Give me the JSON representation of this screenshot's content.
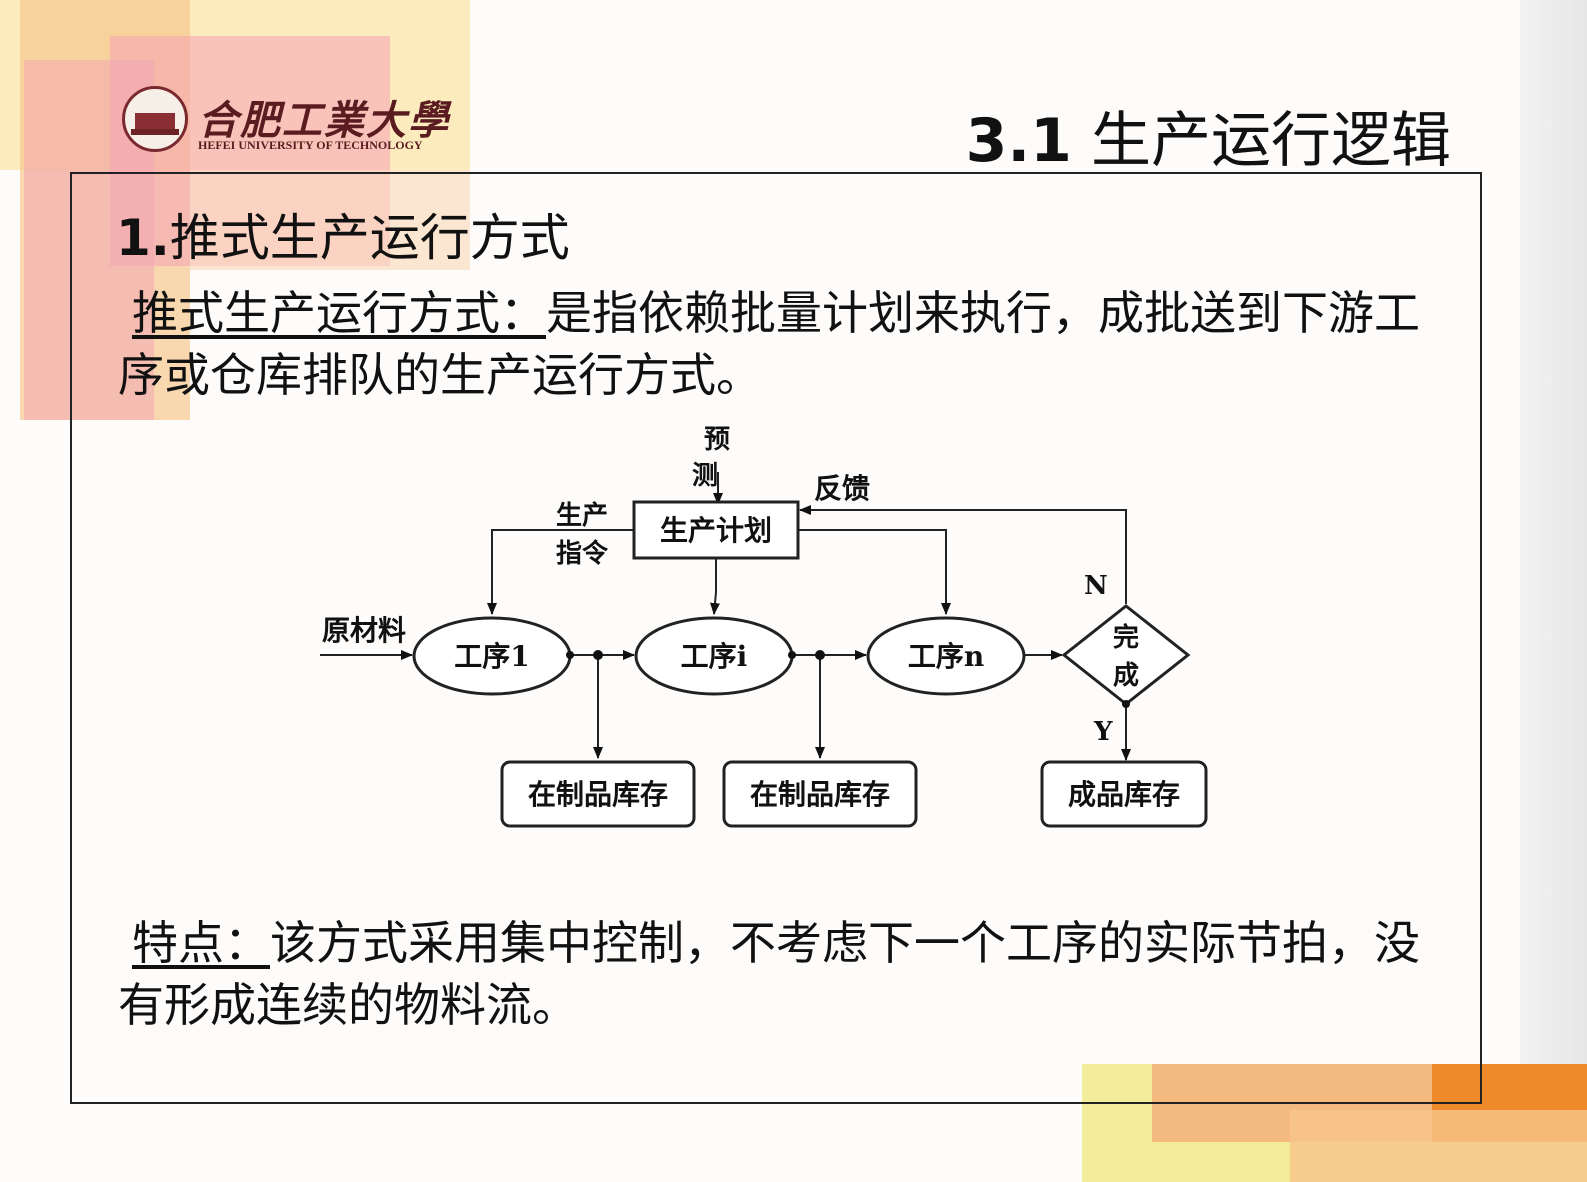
{
  "header": {
    "logo_cn": "合肥工業大學",
    "logo_en": "HEFEI UNIVERSITY OF TECHNOLOGY",
    "title_num": "3.1",
    "title_text": "生产运行逻辑"
  },
  "section": {
    "num": "1.",
    "heading": "推式生产运行方式"
  },
  "definition": {
    "term": "推式生产运行方式：",
    "text": "是指依赖批量计划来执行，成批送到下游工序或仓库排队的生产运行方式。"
  },
  "diagram": {
    "forecast_1": "预",
    "forecast_2": "测",
    "feedback": "反馈",
    "command_1": "生产",
    "command_2": "指令",
    "plan": "生产计划",
    "raw_material": "原材料",
    "step_1": "工序1",
    "step_i": "工序i",
    "step_n": "工序n",
    "decision_1": "完",
    "decision_2": "成",
    "no": "N",
    "yes": "Y",
    "wip_1": "在制品库存",
    "wip_2": "在制品库存",
    "finished": "成品库存"
  },
  "feature": {
    "term": "特点：",
    "text": "该方式采用集中控制，不考虑下一个工序的实际节拍，没有形成连续的物料流。"
  },
  "colors": {
    "accent_orange": "#f2a03a",
    "accent_pink": "#f2a6b6",
    "accent_yellow": "#f7e38a",
    "logo_maroon": "#5a1c20"
  }
}
